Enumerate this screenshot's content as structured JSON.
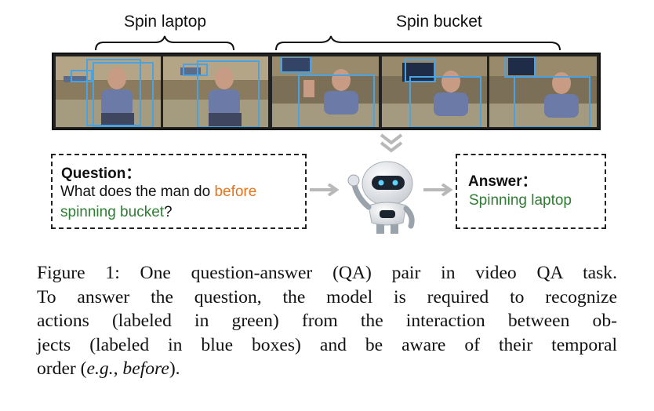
{
  "figure": {
    "brace_labels": [
      "Spin laptop",
      "Spin bucket"
    ],
    "question_box": {
      "heading": "Question：",
      "line1_before": "What does the man do ",
      "line1_highlight": "before",
      "line2_highlight": "spinning bucket",
      "line2_after": "?"
    },
    "answer_box": {
      "heading": "Answer：",
      "answer": "Spinning laptop"
    },
    "colors": {
      "temporal_word": "#e8731a",
      "action": "#2e7d32",
      "object_box": "#4aa3e0"
    },
    "icons": [
      "robot-icon",
      "double-chevron-down-icon",
      "right-arrow-icon"
    ]
  },
  "caption": {
    "line1": "Figure 1: One question-answer (QA) pair in video QA task.",
    "line2": "To answer the question, the model is required to recognize",
    "line3": "actions (labeled in green) from the interaction between ob-",
    "line4": "jects (labeled in blue boxes) and be aware of their temporal",
    "line5_a": "order (",
    "line5_eg": "e.g.",
    "line5_b": ", ",
    "line5_before": "before",
    "line5_c": ")."
  }
}
